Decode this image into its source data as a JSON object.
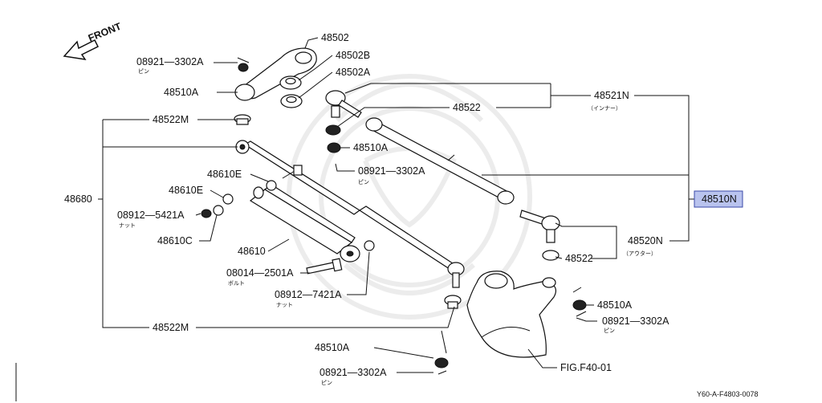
{
  "direction_label": "FRONT",
  "highlight_color": "#b9c3ee",
  "labels": {
    "p48502": "48502",
    "p48502b": "48502B",
    "p48502a": "48502A",
    "p08921_top": "08921—3302A",
    "p08921_top_sub": "ピン",
    "p48510a_top": "48510A",
    "p48521n": "48521N",
    "p48521n_sub": "（インナー）",
    "p48522_mid": "48522",
    "p48522m_top": "48522M",
    "p48510a_mid": "48510A",
    "p08921_mid": "08921—3302A",
    "p08921_mid_sub": "ピン",
    "p48680": "48680",
    "p48610e_1": "48610E",
    "p48610e_2": "48610E",
    "p08912_5421": "08912—5421A",
    "p08912_5421_sub": "ナット",
    "p48610c": "48610C",
    "p48610": "48610",
    "p08014": "08014—2501A",
    "p08014_sub": "ボルト",
    "p08912_7421": "08912—7421A",
    "p08912_7421_sub": "ナット",
    "p48510n": "48510N",
    "p48520n": "48520N",
    "p48520n_sub": "（アウター）",
    "p48522_right": "48522",
    "p48510a_right": "48510A",
    "p08921_right": "08921—3302A",
    "p08921_right_sub": "ピン",
    "p48522m_bottom": "48522M",
    "p48510a_bottom": "48510A",
    "p08921_bottom": "08921—3302A",
    "p08921_bottom_sub": "ピン",
    "fig_ref": "FIG.F40-01",
    "diagram_code": "Y60-A-F4803-0078"
  }
}
